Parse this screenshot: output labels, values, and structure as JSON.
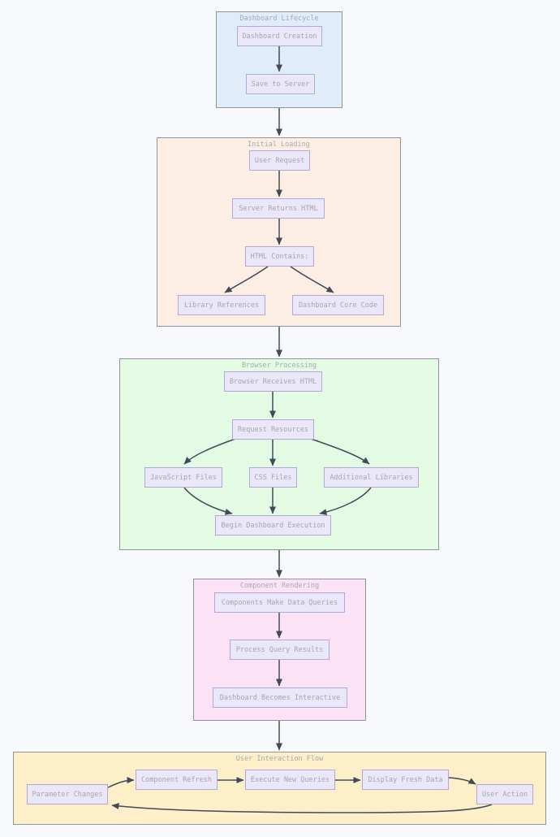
{
  "colors": {
    "page_bg": "#f8f9fc",
    "node_fill": "#eae7f8",
    "node_border": "#b3a6db",
    "node_text": "#a2a7b3",
    "cluster_border": "#8f9499",
    "cluster_title_text": "#a4a9b2",
    "arrow": "#404a59"
  },
  "sections": [
    {
      "title": "Dashboard Lifecycle",
      "bg": "#e1ecfa",
      "nodes": [
        {
          "label": "Dashboard Creation"
        },
        {
          "label": "Save to Server"
        }
      ]
    },
    {
      "title": "Initial Loading",
      "bg": "#fdeee3",
      "nodes": [
        {
          "label": "User Request"
        },
        {
          "label": "Server Returns HTML"
        },
        {
          "label": "HTML Contains:"
        },
        {
          "label": "Library References"
        },
        {
          "label": "Dashboard Core Code"
        }
      ]
    },
    {
      "title": "Browser Processing",
      "bg": "#e3fbe3",
      "nodes": [
        {
          "label": "Browser Receives HTML"
        },
        {
          "label": "Request Resources"
        },
        {
          "label": "JavaScript Files"
        },
        {
          "label": "CSS Files"
        },
        {
          "label": "Additional Libraries"
        },
        {
          "label": "Begin Dashboard Execution"
        }
      ]
    },
    {
      "title": "Component Rendering",
      "bg": "#fbe3f5",
      "nodes": [
        {
          "label": "Components Make Data Queries"
        },
        {
          "label": "Process Query Results"
        },
        {
          "label": "Dashboard Becomes Interactive"
        }
      ]
    },
    {
      "title": "User Interaction Flow",
      "bg": "#fdf0c8",
      "nodes": [
        {
          "label": "Parameter Changes"
        },
        {
          "label": "Component Refresh"
        },
        {
          "label": "Execute New Queries"
        },
        {
          "label": "Display Fresh Data"
        },
        {
          "label": "User Action"
        }
      ]
    }
  ]
}
